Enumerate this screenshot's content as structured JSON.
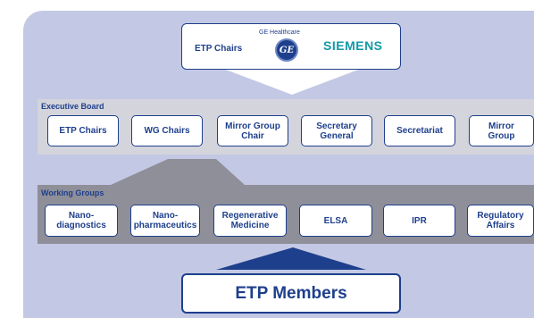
{
  "colors": {
    "panel": "#c3c8e4",
    "band_executive": "#d4d4dc",
    "band_working": "#8f8f99",
    "navy": "#1e3f8c",
    "teal": "#139aa6"
  },
  "top": {
    "etp_chairs": "ETP Chairs",
    "ge_caption": "GE Healthcare",
    "ge_logo_mark": "GE",
    "siemens": "SIEMENS"
  },
  "executive_board": {
    "label": "Executive Board",
    "items": [
      "ETP Chairs",
      "WG Chairs",
      "Mirror Group\nChair",
      "Secretary\nGeneral",
      "Secretariat",
      "Mirror\nGroup"
    ]
  },
  "working_groups": {
    "label": "Working Groups",
    "items": [
      "Nano-\ndiagnostics",
      "Nano-\npharmaceutics",
      "Regenerative\nMedicine",
      "ELSA",
      "IPR",
      "Regulatory\nAffairs"
    ]
  },
  "members": {
    "label": "ETP Members"
  }
}
